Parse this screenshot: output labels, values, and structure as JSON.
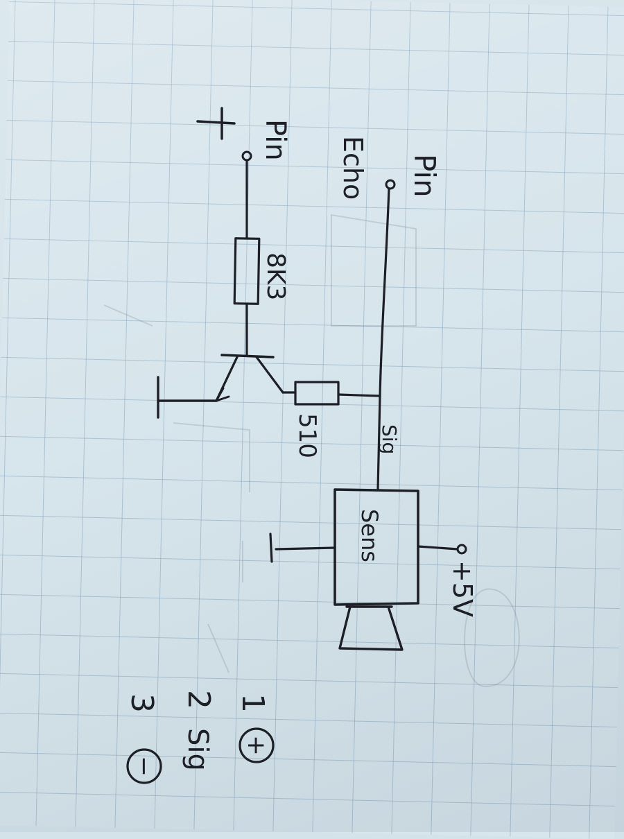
{
  "labels": {
    "pin_top_left": "Pin",
    "pin_top_right": "Pin",
    "echo": "Echo",
    "resistor_top": "8K3",
    "resistor_bottom": "510",
    "signal_top": "Sig",
    "sensor": "Sens",
    "supply": "+5V"
  },
  "legend": [
    {
      "number": "1",
      "label": "+"
    },
    {
      "number": "2",
      "label": "Sig"
    },
    {
      "number": "3",
      "label": "−"
    }
  ]
}
